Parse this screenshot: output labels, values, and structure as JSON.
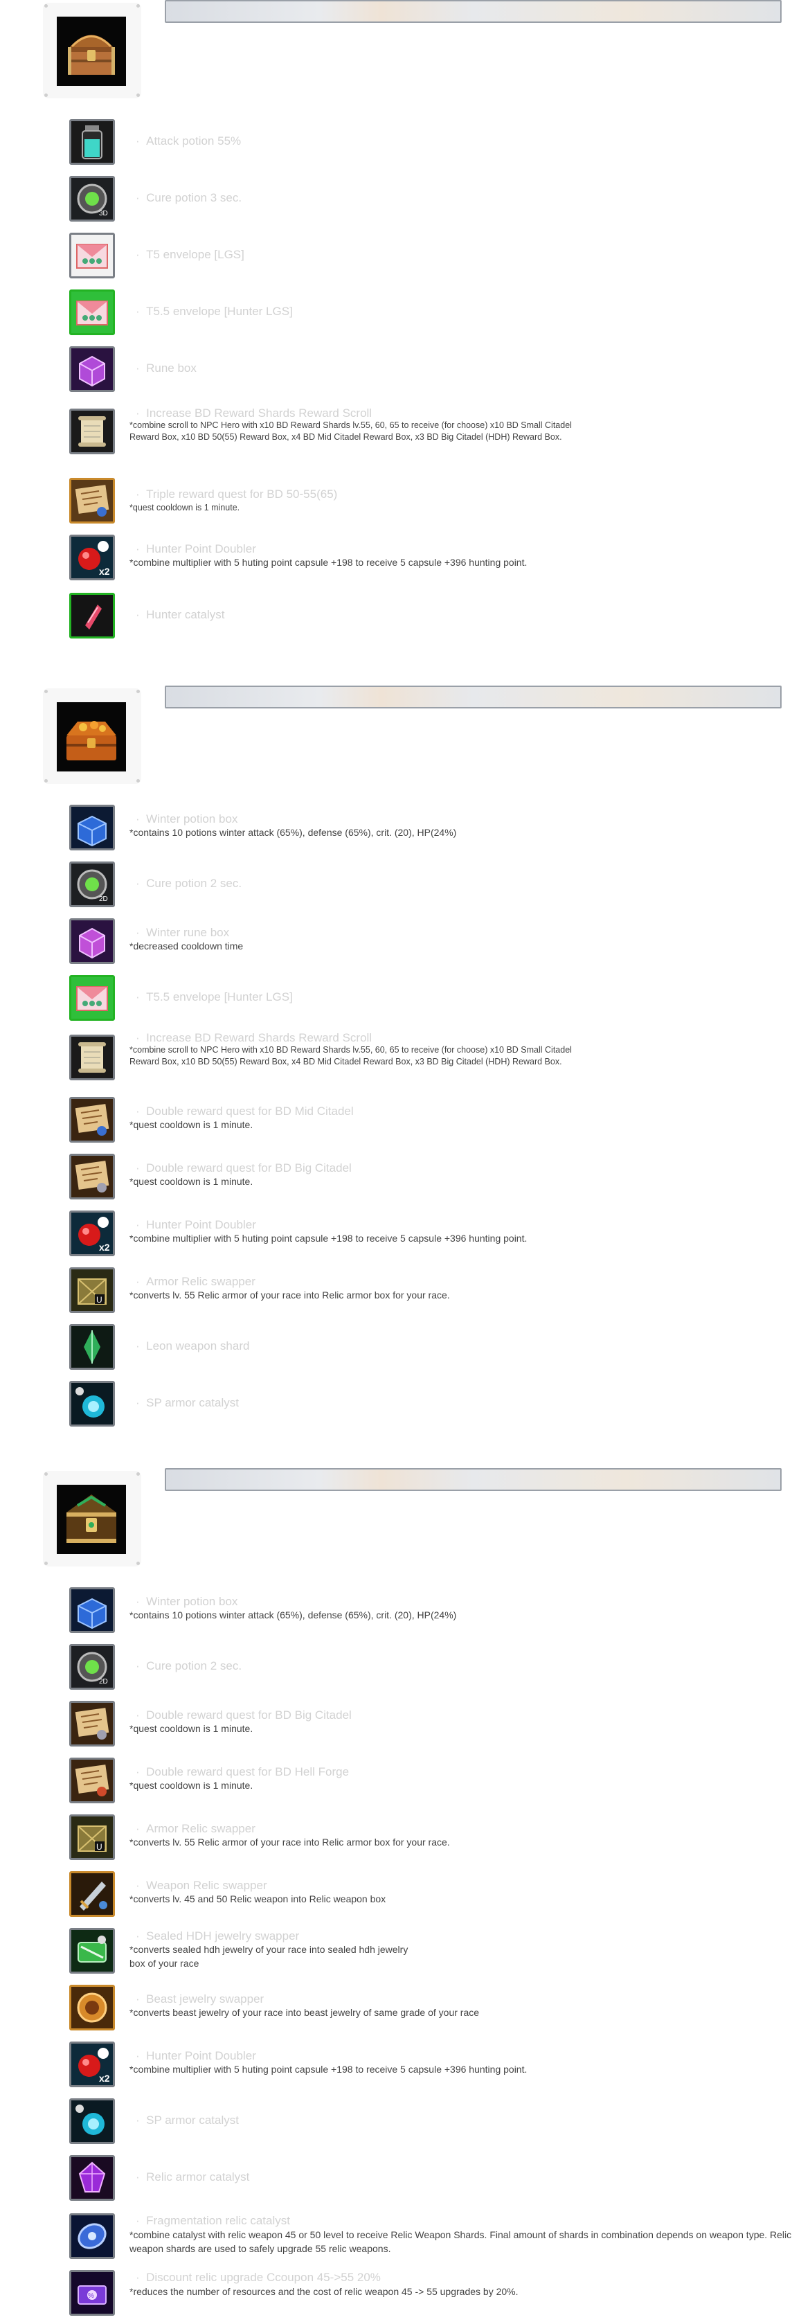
{
  "sections": [
    {
      "chest_icon": "wooden-treasure-chest-icon",
      "items": [
        {
          "icon": "attack-potion-icon",
          "name": "Attack potion 55%",
          "desc": ""
        },
        {
          "icon": "cure-potion-icon",
          "name": "Cure potion 3 sec.",
          "desc": ""
        },
        {
          "icon": "envelope-icon",
          "name": "T5 envelope [LGS]",
          "desc": ""
        },
        {
          "icon": "green-envelope-icon",
          "name": "T5.5 envelope [Hunter LGS]",
          "desc": ""
        },
        {
          "icon": "rune-box-icon",
          "name": "Rune box",
          "desc": ""
        },
        {
          "icon": "scroll-icon",
          "name": "Increase BD Reward Shards Reward Scroll",
          "desc": "*combine scroll to NPC Hero with x10 BD Reward Shards lv.55, 60, 65 to receive (for choose) x10 BD Small Citadel Reward Box, x10 BD 50(55) Reward Box, x4 BD Mid Citadel Reward Box, x3 BD Big Citadel (HDH) Reward Box."
        },
        {
          "icon": "quest-map-icon",
          "name": "Triple reward quest for BD 50-55(65)",
          "desc": "*quest cooldown is 1 minute."
        },
        {
          "icon": "hunter-point-doubler-icon",
          "name": "Hunter Point Doubler",
          "desc": "*combine multiplier with 5 huting point capsule +198 to receive 5 capsule +396 hunting point."
        },
        {
          "icon": "hunter-catalyst-icon",
          "name": "Hunter catalyst",
          "desc": ""
        }
      ]
    },
    {
      "chest_icon": "orange-treasure-chest-icon",
      "items": [
        {
          "icon": "winter-potion-box-icon",
          "name": "Winter potion box",
          "desc": "*contains 10 potions winter attack (65%), defense (65%), crit. (20), HP(24%)"
        },
        {
          "icon": "cure-potion-icon",
          "name": "Cure potion 2 sec.",
          "desc": ""
        },
        {
          "icon": "winter-rune-box-icon",
          "name": "Winter rune box",
          "desc": "*decreased cooldown time"
        },
        {
          "icon": "green-envelope-icon",
          "name": "T5.5 envelope [Hunter LGS]",
          "desc": ""
        },
        {
          "icon": "scroll-icon",
          "name": "Increase BD Reward Shards Reward Scroll",
          "desc": "*combine scroll to NPC Hero with x10 BD Reward Shards lv.55, 60, 65 to receive (for choose) x10 BD Small Citadel Reward Box, x10 BD 50(55) Reward Box, x4 BD Mid Citadel Reward Box, x3 BD Big Citadel (HDH) Reward Box."
        },
        {
          "icon": "quest-map-icon",
          "name": "Double reward quest for BD Mid Citadel",
          "desc": "*quest cooldown is 1 minute."
        },
        {
          "icon": "quest-map-icon",
          "name": "Double reward quest for BD Big Citadel",
          "desc": "*quest cooldown is 1 minute."
        },
        {
          "icon": "hunter-point-doubler-icon",
          "name": "Hunter Point Doubler",
          "desc": "*combine multiplier with 5 huting point capsule +198 to receive 5 capsule +396 hunting point."
        },
        {
          "icon": "armor-relic-swapper-icon",
          "name": "Armor Relic swapper",
          "desc": "*converts lv. 55 Relic armor of your race into Relic armor box for your race."
        },
        {
          "icon": "leon-weapon-shard-icon",
          "name": "Leon weapon shard",
          "desc": ""
        },
        {
          "icon": "sp-armor-catalyst-icon",
          "name": "SP armor catalyst",
          "desc": ""
        }
      ]
    },
    {
      "chest_icon": "ornate-treasure-chest-icon",
      "items": [
        {
          "icon": "winter-potion-box-icon",
          "name": "Winter potion box",
          "desc": "*contains 10 potions winter attack (65%), defense (65%), crit. (20), HP(24%)"
        },
        {
          "icon": "cure-potion-icon",
          "name": "Cure potion 2 sec.",
          "desc": ""
        },
        {
          "icon": "quest-map-icon",
          "name": "Double reward quest for BD Big Citadel",
          "desc": "*quest cooldown is 1 minute."
        },
        {
          "icon": "quest-map-icon",
          "name": "Double reward quest for BD Hell Forge",
          "desc": "*quest cooldown is 1 minute."
        },
        {
          "icon": "armor-relic-swapper-icon",
          "name": "Armor Relic swapper",
          "desc": "*converts lv. 55 Relic armor of your race into Relic armor box for your race."
        },
        {
          "icon": "weapon-relic-swapper-icon",
          "name": "Weapon Relic swapper",
          "desc": "*converts lv. 45 and 50 Relic weapon into Relic weapon box"
        },
        {
          "icon": "jewelry-swapper-icon",
          "name": "Sealed HDH jewelry swapper",
          "desc": "*converts sealed hdh jewelry of your race into sealed hdh jewelry box of your race"
        },
        {
          "icon": "beast-jewelry-swapper-icon",
          "name": "Beast jewelry swapper",
          "desc": "*converts beast jewelry of your race into beast jewelry of same grade of your race"
        },
        {
          "icon": "hunter-point-doubler-icon",
          "name": "Hunter Point Doubler",
          "desc": "*combine multiplier with 5 huting point capsule +198 to receive 5 capsule +396 hunting point."
        },
        {
          "icon": "sp-armor-catalyst-icon",
          "name": "SP armor catalyst",
          "desc": ""
        },
        {
          "icon": "relic-armor-catalyst-icon",
          "name": "Relic armor catalyst",
          "desc": ""
        },
        {
          "icon": "fragmentation-catalyst-icon",
          "name": "Fragmentation relic catalyst",
          "desc": "*combine catalyst with relic weapon 45 or 50 level to receive Relic Weapon Shards. Final amount of shards in combination depends on weapon type. Relic weapon shards are used to safely upgrade 55 relic weapons."
        },
        {
          "icon": "discount-coupon-icon",
          "name": "Discount relic upgrade Ccoupon 45->55 20%",
          "desc": "*reduces the number of resources and the cost of relic weapon 45 -> 55 upgrades by 20%."
        }
      ]
    }
  ]
}
